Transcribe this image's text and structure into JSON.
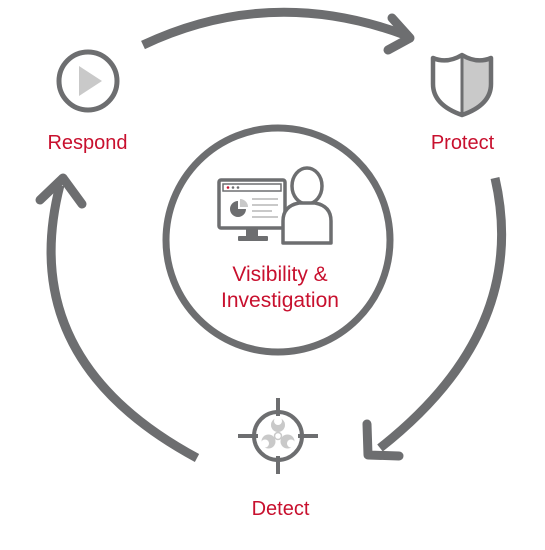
{
  "diagram": {
    "stages": {
      "respond": "Respond",
      "protect": "Protect",
      "detect": "Detect"
    },
    "center": {
      "line1": "Visibility &",
      "line2": "Investigation"
    },
    "colors": {
      "arrow": "#6d6e70",
      "icon": "#6d6e70",
      "icon_fill": "#cfcfcf",
      "label": "#c8102e",
      "center_ring": "#6d6e70"
    },
    "icons": {
      "respond": "play-icon",
      "protect": "shield-icon",
      "detect": "biohazard-crosshair-icon",
      "center": "analyst-monitor-icon"
    },
    "arrows": [
      "arrow-respond-to-protect",
      "arrow-protect-to-detect",
      "arrow-detect-to-respond"
    ]
  }
}
